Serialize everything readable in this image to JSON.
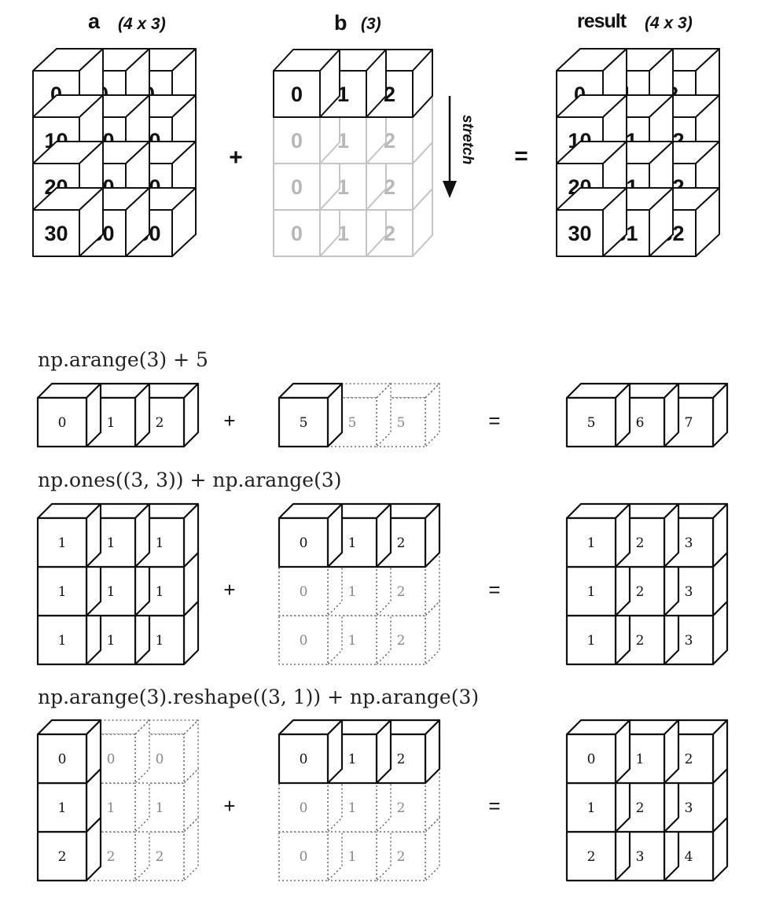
{
  "top": {
    "a": {
      "name": "a",
      "shape": "(4 x 3)",
      "values": [
        [
          "0",
          "0",
          "0"
        ],
        [
          "10",
          "10",
          "10"
        ],
        [
          "20",
          "20",
          "20"
        ],
        [
          "30",
          "30",
          "30"
        ]
      ]
    },
    "b": {
      "name": "b",
      "shape": "(3)",
      "values": [
        "0",
        "1",
        "2"
      ],
      "stretched_rows": 3
    },
    "result": {
      "name": "result",
      "shape": "(4 x 3)",
      "values": [
        [
          "0",
          "1",
          "2"
        ],
        [
          "10",
          "11",
          "12"
        ],
        [
          "20",
          "21",
          "22"
        ],
        [
          "30",
          "31",
          "32"
        ]
      ]
    },
    "plus": "+",
    "equals": "=",
    "stretch_label": "stretch"
  },
  "examples": [
    {
      "code": "np.arange(3) + 5",
      "left": {
        "values": [
          [
            "0",
            "1",
            "2"
          ]
        ]
      },
      "right": {
        "values": [
          [
            "5"
          ]
        ],
        "ghost_values": [
          [
            "",
            "5",
            "5"
          ]
        ]
      },
      "result": {
        "values": [
          [
            "5",
            "6",
            "7"
          ]
        ]
      },
      "plus": "+",
      "equals": "="
    },
    {
      "code": "np.ones((3, 3)) + np.arange(3)",
      "left": {
        "values": [
          [
            "1",
            "1",
            "1"
          ],
          [
            "1",
            "1",
            "1"
          ],
          [
            "1",
            "1",
            "1"
          ]
        ]
      },
      "right": {
        "values": [
          [
            "0",
            "1",
            "2"
          ]
        ],
        "ghost_values": [
          [
            "",
            "",
            ""
          ],
          [
            "0",
            "1",
            "2"
          ],
          [
            "0",
            "1",
            "2"
          ]
        ]
      },
      "result": {
        "values": [
          [
            "1",
            "2",
            "3"
          ],
          [
            "1",
            "2",
            "3"
          ],
          [
            "1",
            "2",
            "3"
          ]
        ]
      },
      "plus": "+",
      "equals": "="
    },
    {
      "code": "np.arange(3).reshape((3, 1)) + np.arange(3)",
      "left": {
        "values": [
          [
            "0"
          ],
          [
            "1"
          ],
          [
            "2"
          ]
        ],
        "ghost_values": [
          [
            "",
            "0",
            "0"
          ],
          [
            "",
            "1",
            "1"
          ],
          [
            "",
            "2",
            "2"
          ]
        ]
      },
      "right": {
        "values": [
          [
            "0",
            "1",
            "2"
          ]
        ],
        "ghost_values": [
          [
            "",
            "",
            ""
          ],
          [
            "0",
            "1",
            "2"
          ],
          [
            "0",
            "1",
            "2"
          ]
        ]
      },
      "result": {
        "values": [
          [
            "0",
            "1",
            "2"
          ],
          [
            "1",
            "2",
            "3"
          ],
          [
            "2",
            "3",
            "4"
          ]
        ]
      },
      "plus": "+",
      "equals": "="
    }
  ],
  "colors": {
    "ink": "#111111",
    "faded": "#c4c4c4",
    "faded_text": "#b8b8b8",
    "dotted": "#555555"
  }
}
